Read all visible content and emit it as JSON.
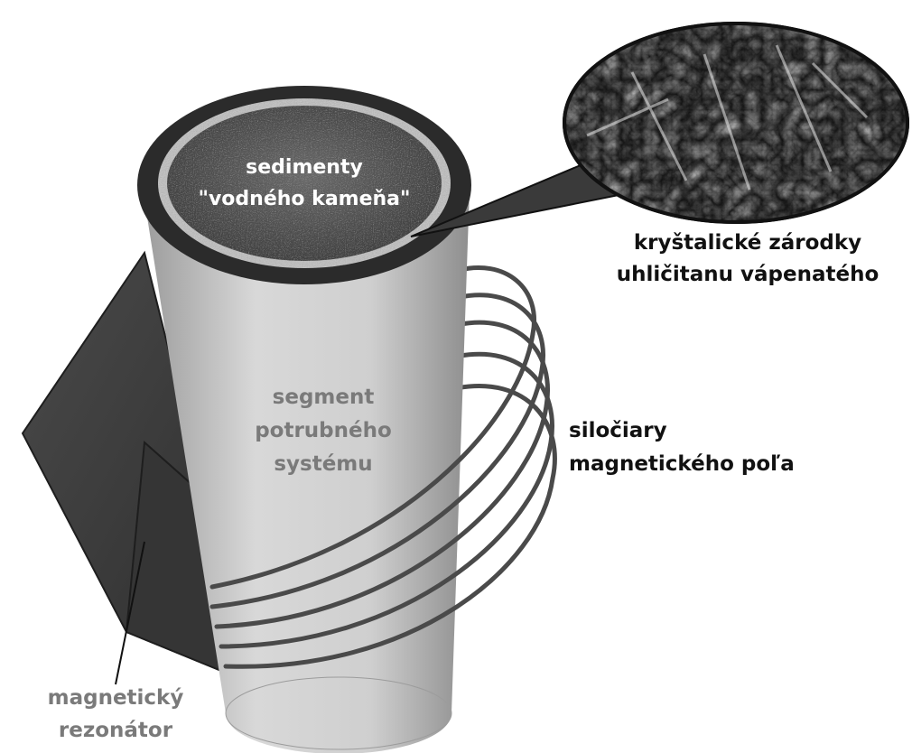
{
  "labels": {
    "sediment_line1": "sedimenty",
    "sediment_line2": "\"vodného kameňa\"",
    "crystal_line1": "kryštalické zárodky",
    "crystal_line2": "uhličitanu vápenatého",
    "segment_line1": "segment",
    "segment_line2": "potrubného",
    "segment_line3": "systému",
    "field_line1": "siločiary",
    "field_line2": "magnetického poľa",
    "resonator_line1": "magnetický",
    "resonator_line2": "rezonátor"
  },
  "colors": {
    "pipe_body": "#c9c9c9",
    "pipe_rim": "#2b2b2b",
    "sediment_fill": "#5a5a5a",
    "resonator": "#3d3d3d",
    "field_lines": "#4a4a4a",
    "label_dark": "#111111",
    "label_gray": "#7a7a7a",
    "label_light": "#ffffff"
  }
}
